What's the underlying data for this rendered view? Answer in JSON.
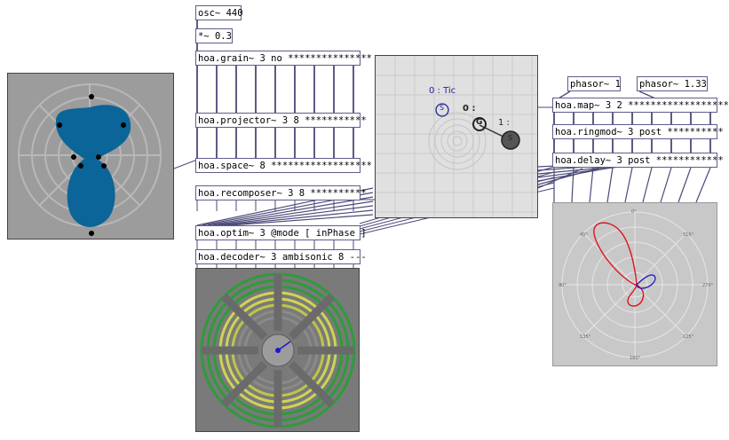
{
  "objects": {
    "osc": "osc~ 440",
    "mul": "*~ 0.3",
    "grain": "hoa.grain~ 3 no ***************",
    "projector": "hoa.projector~ 3 8 ***********",
    "space": "hoa.space~ 8 ******************",
    "recomposer": "hoa.recomposer~ 3 8 **********",
    "optim": "hoa.optim~ 3 @mode [ inPhase ]",
    "decoder": "hoa.decoder~ 3 ambisonic 8 ---",
    "phasor1": "phasor~ 1",
    "phasor2": "phasor~ 1.33",
    "map": "hoa.map~ 3 2 ******************",
    "ringmod": "hoa.ringmod~ 3 post **********",
    "delay": "hoa.delay~ 3 post ************"
  },
  "map_panel": {
    "group_label": "0 : Tic",
    "source_s": "S",
    "source_g": "G",
    "label_g": "0 :",
    "label_1": "1 :",
    "source_dark": "S"
  },
  "scope_panel": {
    "degree_labels": [
      "0°",
      "45°",
      "90°",
      "135°",
      "180°",
      "225°",
      "270°",
      "315°"
    ],
    "harmonic_colors": {
      "positive": "#e0141e",
      "negative": "#2323c8"
    }
  },
  "colors": {
    "space_fill": "#0b6598",
    "meter_green": "#2e9b3a",
    "meter_yellow": "#cfd453",
    "wire": "#4a4a78"
  }
}
